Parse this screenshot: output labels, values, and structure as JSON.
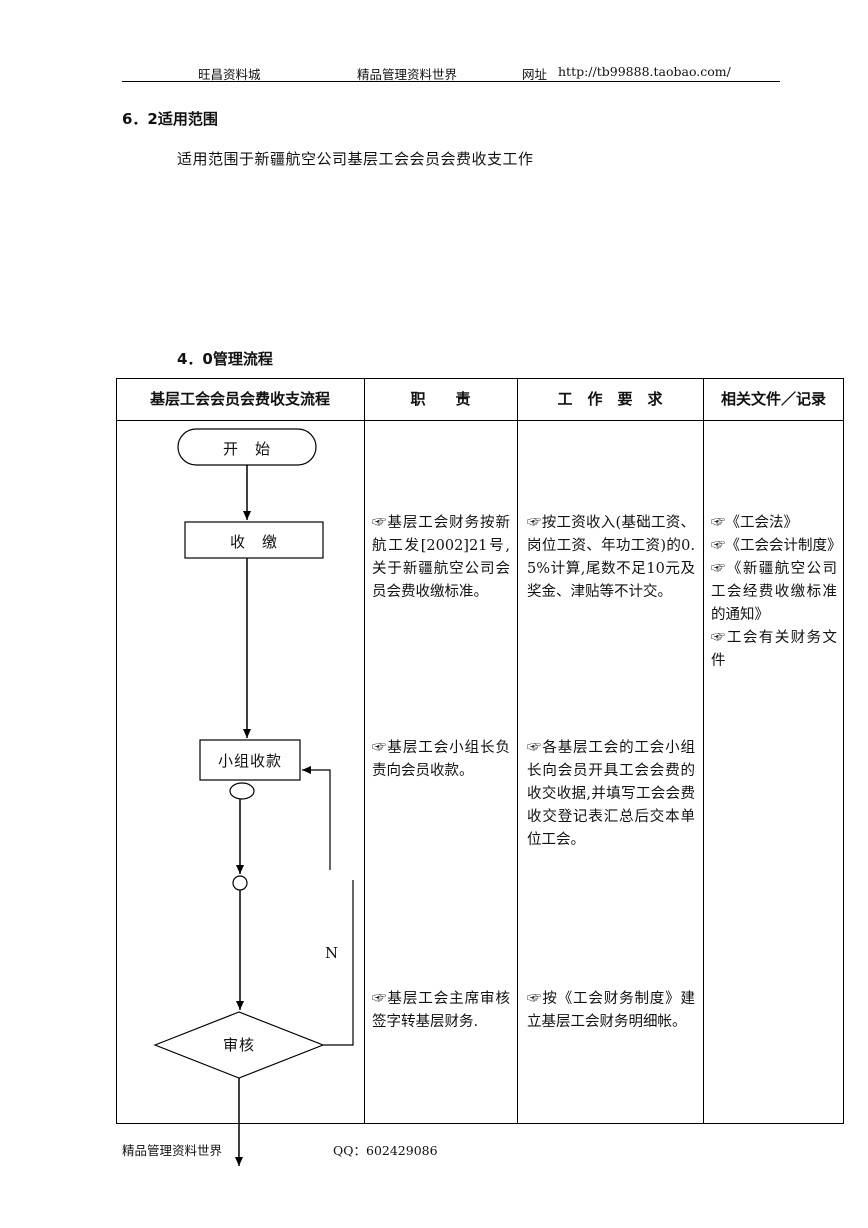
{
  "header": {
    "left": "旺昌资料城",
    "middle": "精品管理资料世界",
    "site_label": "网址",
    "url": "http://tb99888.taobao.com/"
  },
  "section_62": {
    "title": "6．2适用范围",
    "body": "适用范围于新疆航空公司基层工会会员会费收支工作"
  },
  "section_40": {
    "title": "4．0管理流程"
  },
  "table": {
    "headers": [
      "基层工会会员会费收支流程",
      "职　　责",
      "工　作　要　求",
      "相关文件／记录"
    ],
    "responsibility": [
      "☞基层工会财务按新航工发[2002]21号,关于新疆航空公司会员会费收缴标准。",
      "☞基层工会小组长负责向会员收款。",
      "☞基层工会主席审核签字转基层财务."
    ],
    "requirements": [
      "☞按工资收入(基础工资、岗位工资、年功工资)的0.5%计算,尾数不足10元及奖金、津贴等不计交。",
      "☞各基层工会的工会小组长向会员开具工会会费的收交收据,并填写工会会费收交登记表汇总后交本单位工会。",
      "☞按《工会财务制度》建立基层工会财务明细帐。"
    ],
    "documents": [
      "☞《工会法》",
      "☞《工会会计制度》",
      "☞《新疆航空公司工会经费收缴标准的通知》",
      "☞工会有关财务文件"
    ]
  },
  "flow": {
    "start": "开　始",
    "collect": "收　缴",
    "group_collect": "小组收款",
    "review": "审核",
    "no_label": "N"
  },
  "footer": {
    "left": "精品管理资料世界",
    "qq": "QQ：602429086"
  }
}
